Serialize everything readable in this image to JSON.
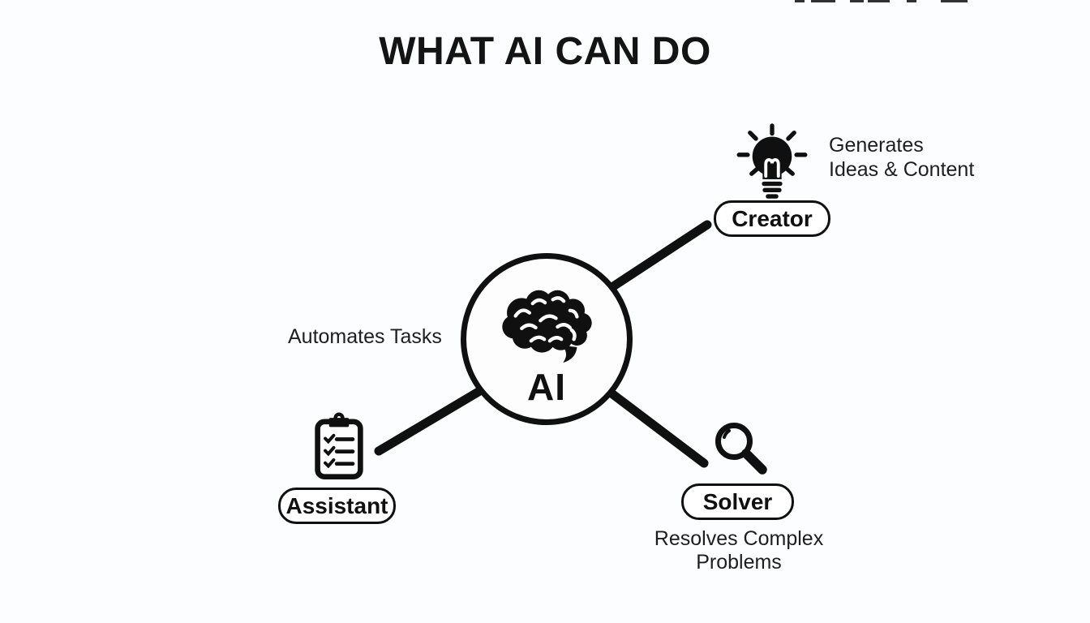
{
  "title": "WHAT AI CAN DO",
  "center_node": {
    "label": "AI",
    "icon": "brain-icon"
  },
  "nodes": {
    "creator": {
      "label": "Creator",
      "icon": "lightbulb-icon",
      "description_lines": [
        "Generates",
        "Ideas & Content"
      ]
    },
    "assistant": {
      "label": "Assistant",
      "icon": "clipboard-checklist-icon",
      "description_lines": [
        "Automates Tasks"
      ]
    },
    "solver": {
      "label": "Solver",
      "icon": "magnifier-icon",
      "description_lines": [
        "Resolves Complex",
        "Problems"
      ]
    }
  },
  "colors": {
    "ink": "#101010",
    "background": "#fcfdfe",
    "node_fill": "#ffffff"
  }
}
